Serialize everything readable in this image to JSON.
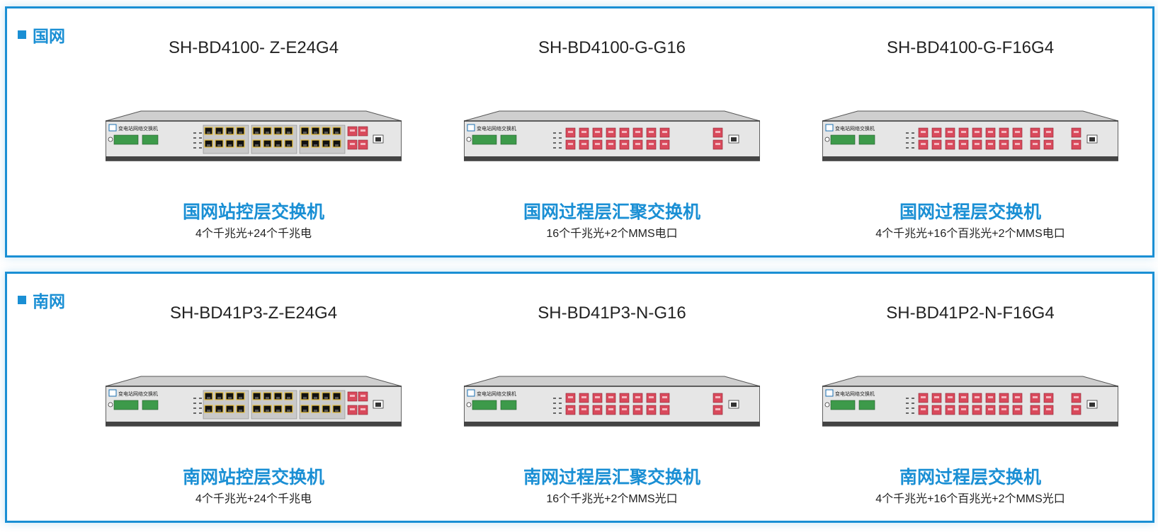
{
  "sections": [
    {
      "title": "国网",
      "products": [
        {
          "model": "SH-BD4100- Z-E24G4",
          "name": "国网站控层交换机",
          "spec": "4个千兆光+24个千兆电",
          "device_label": "变电站网络交换机",
          "layout": "rj45"
        },
        {
          "model": "SH-BD4100-G-G16",
          "name": "国网过程层汇聚交换机",
          "spec": "16个千兆光+2个MMS电口",
          "device_label": "变电站网络交换机",
          "layout": "sfp8"
        },
        {
          "model": "SH-BD4100-G-F16G4",
          "name": "国网过程层交换机",
          "spec": "4个千兆光+16个百兆光+2个MMS电口",
          "device_label": "变电站网络交换机",
          "layout": "sfp10"
        }
      ]
    },
    {
      "title": "南网",
      "products": [
        {
          "model": "SH-BD41P3-Z-E24G4",
          "name": "南网站控层交换机",
          "spec": "4个千兆光+24个千兆电",
          "device_label": "变电站网络交换机",
          "layout": "rj45"
        },
        {
          "model": "SH-BD41P3-N-G16",
          "name": "南网过程层汇聚交换机",
          "spec": "16个千兆光+2个MMS光口",
          "device_label": "变电站网络交换机",
          "layout": "sfp8"
        },
        {
          "model": "SH-BD41P2-N-F16G4",
          "name": "南网过程层交换机",
          "spec": "4个千兆光+16个百兆光+2个MMS光口",
          "device_label": "变电站网络交换机",
          "layout": "sfp10"
        }
      ]
    }
  ],
  "colors": {
    "accent": "#1a8fd4",
    "port_red": "#d94a5c",
    "rj45_frame": "#e8c040",
    "terminal_green": "#3d9a4a"
  }
}
